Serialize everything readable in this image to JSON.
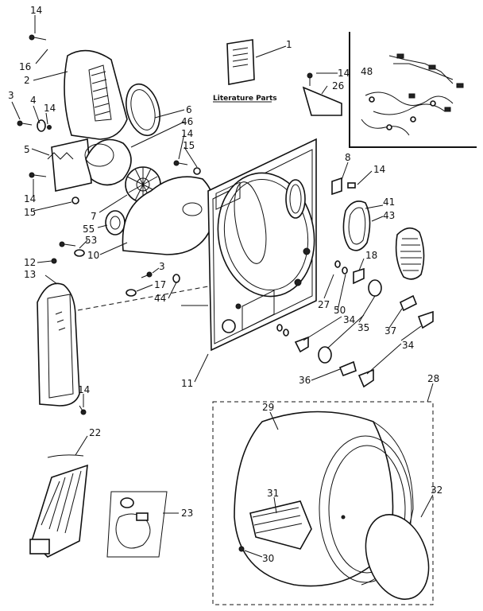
{
  "diagram": {
    "literature_label": "Literature Parts",
    "callouts": [
      "14",
      "16",
      "2",
      "3",
      "4",
      "14",
      "5",
      "6",
      "46",
      "14",
      "15",
      "14",
      "15",
      "7",
      "55",
      "53",
      "10",
      "12",
      "13",
      "3",
      "17",
      "44",
      "1",
      "14",
      "26",
      "48",
      "8",
      "14",
      "41",
      "43",
      "18",
      "27",
      "50",
      "34",
      "35",
      "37",
      "34",
      "11",
      "36",
      "14",
      "22",
      "23",
      "28",
      "29",
      "31",
      "32",
      "30"
    ]
  }
}
